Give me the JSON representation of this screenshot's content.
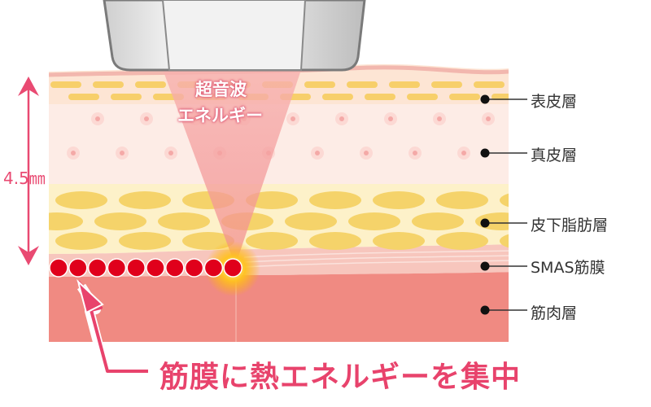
{
  "beam_label": {
    "line1": "超音波",
    "line2": "エネルギー"
  },
  "depth_label": "4.5㎜",
  "layers": [
    {
      "key": "epidermis",
      "label": "表皮層"
    },
    {
      "key": "dermis",
      "label": "真皮層"
    },
    {
      "key": "subcutaneous",
      "label": "皮下脂肪層"
    },
    {
      "key": "smas",
      "label": "SMAS筋膜"
    },
    {
      "key": "muscle",
      "label": "筋肉層"
    }
  ],
  "caption": "筋膜に熱エネルギーを集中",
  "colors": {
    "epidermis": "#fde5d4",
    "epidermis_cells": "#f7cf6a",
    "dermis": "#fdece6",
    "dermis_dots": "#f4a9a7",
    "fat": "#fdf1c9",
    "fat_cells": "#f5d36a",
    "smas": "#f7c6bd",
    "muscle": "#f08a82",
    "accent": "#e8436c",
    "beam": "#f4a4a6",
    "focal_dots": "#e0001b",
    "focal_glow": "#ffb300"
  },
  "icons": [
    "ultrasound-probe-icon",
    "focal-point-glow-icon",
    "depth-arrow-icon",
    "pointer-arrow-icon"
  ]
}
